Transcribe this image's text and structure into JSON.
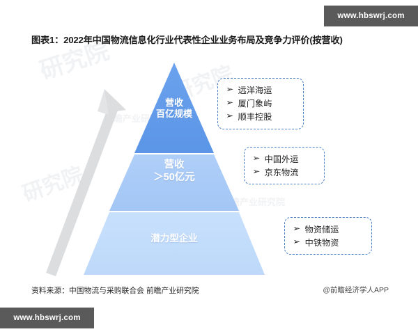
{
  "watermarks": {
    "top_right": "www.hbswrj.com",
    "bottom_left": "www.hbswrj.com",
    "faint": [
      "研究院",
      "前瞻产业研究院",
      "前瞻"
    ]
  },
  "title": "图表1：2022年中国物流信息化行业代表性企业业务布局及竞争力评价(按营收)",
  "chart_data": {
    "type": "pyramid",
    "title": "图表1：2022年中国物流信息化行业代表性企业业务布局及竞争力评价(按营收)",
    "levels": [
      {
        "rank": 1,
        "label_line1": "营收",
        "label_line2": "百亿规模",
        "color": "#619BEC",
        "companies": [
          "远洋海运",
          "厦门象屿",
          "顺丰控股"
        ]
      },
      {
        "rank": 2,
        "label_line1": "营收",
        "label_line2": "＞50亿元",
        "color": "#A9CBF7",
        "companies": [
          "中国外运",
          "京东物流"
        ]
      },
      {
        "rank": 3,
        "label_line1": "潜力型企业",
        "label_line2": "",
        "color": "#C2DCFB",
        "companies": [
          "物资储运",
          "中铁物资"
        ]
      }
    ],
    "arrow": {
      "direction": "up",
      "meaning": "competitiveness-increasing",
      "color": "#DCDDDF"
    },
    "legend_position": "right",
    "bullet_glyph": "➢"
  },
  "callouts": [
    {
      "items": [
        "远洋海运",
        "厦门象屿",
        "顺丰控股"
      ]
    },
    {
      "items": [
        "中国外运",
        "京东物流"
      ]
    },
    {
      "items": [
        "物资储运",
        "中铁物资"
      ]
    }
  ],
  "footer": {
    "source": "资料来源：中国物流与采购联合会 前瞻产业研究院",
    "attribution": "@前瞻经济学人APP"
  },
  "colors": {
    "tier_top": "#619BEC",
    "tier_middle": "#A9CBF7",
    "tier_bottom": "#C2DCFB",
    "callout_border": "#4b7fc4",
    "badge_bg": "#5a5a5a",
    "arrow": "#DCDDDF"
  }
}
